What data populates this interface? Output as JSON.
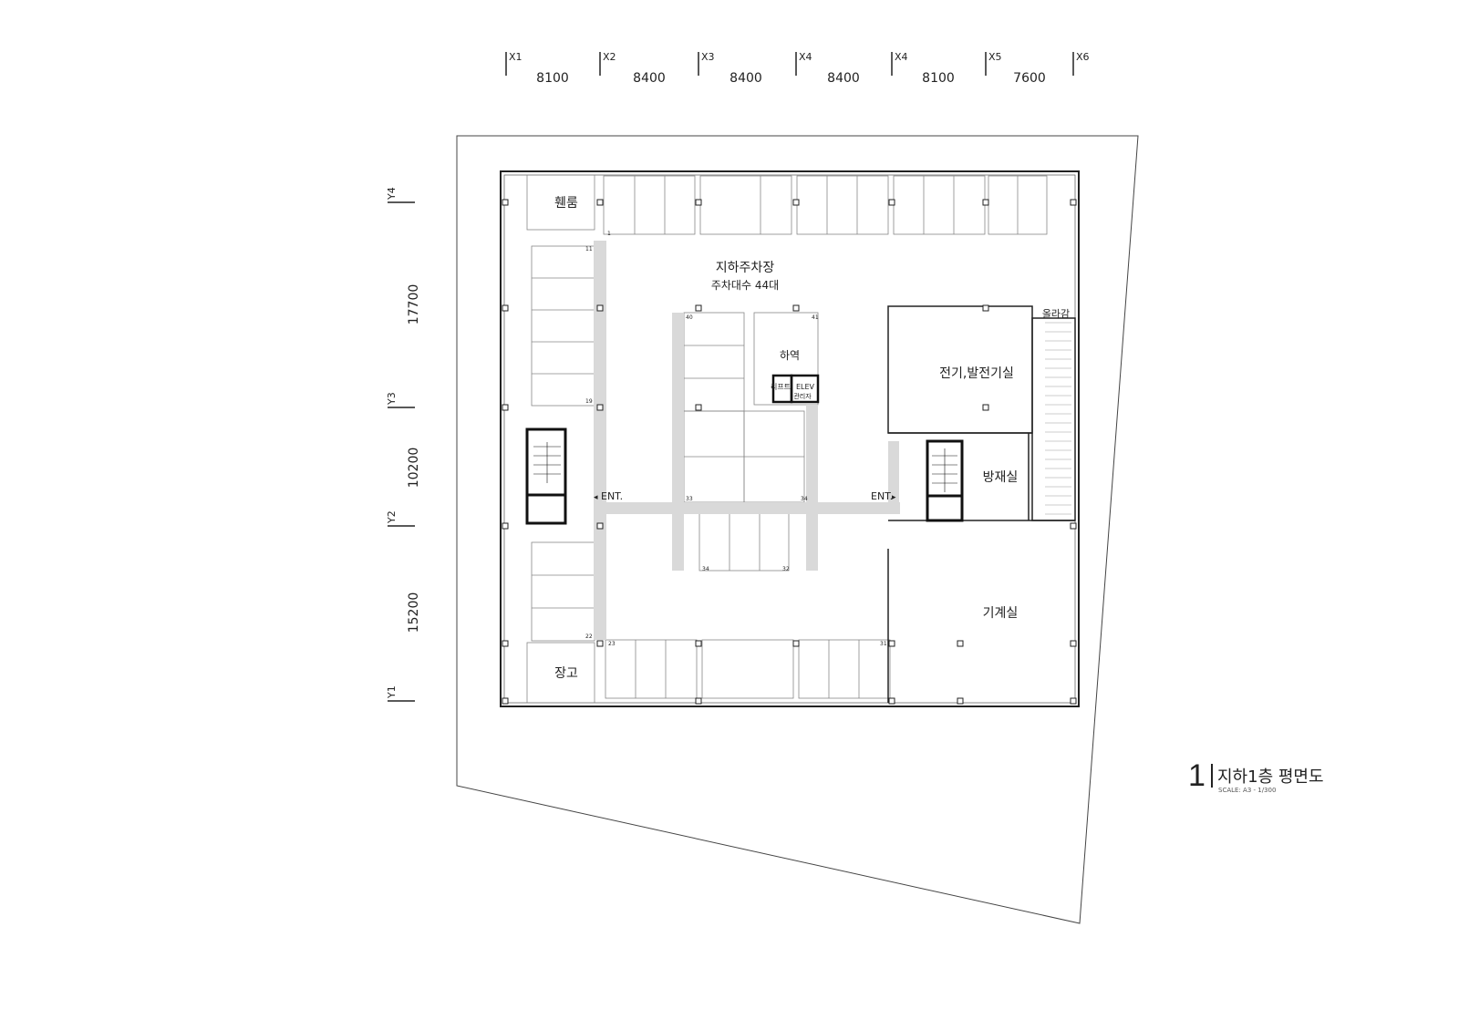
{
  "grid": {
    "x_axes": [
      "X1",
      "X2",
      "X3",
      "X4",
      "X4",
      "X5",
      "X6"
    ],
    "x_spans": [
      "8100",
      "8400",
      "8400",
      "8400",
      "8100",
      "7600"
    ],
    "y_axes": [
      "Y4",
      "Y3",
      "Y2",
      "Y1"
    ],
    "y_spans": [
      "17700",
      "10200",
      "15200"
    ]
  },
  "rooms": {
    "parking_title": "지하주차장",
    "parking_count": "주차대수 44대",
    "electric_room": "전기,발전기실",
    "disaster_room": "방재실",
    "machine_room": "기계실",
    "storage": "장고",
    "dry_area": "휀룸",
    "loading": "하역",
    "ramp_up": "올라감",
    "lift": "리프트",
    "elev": "ELEV",
    "manager": "관리자",
    "ent_left": "ENT.",
    "ent_right": "ENT."
  },
  "stall_numbers": [
    "1",
    "11",
    "19",
    "22",
    "23",
    "31",
    "40",
    "41",
    "33",
    "34",
    "34",
    "32"
  ],
  "title": {
    "number": "1",
    "text": "지하1층 평면도",
    "scale": "SCALE: A3 - 1/300"
  }
}
